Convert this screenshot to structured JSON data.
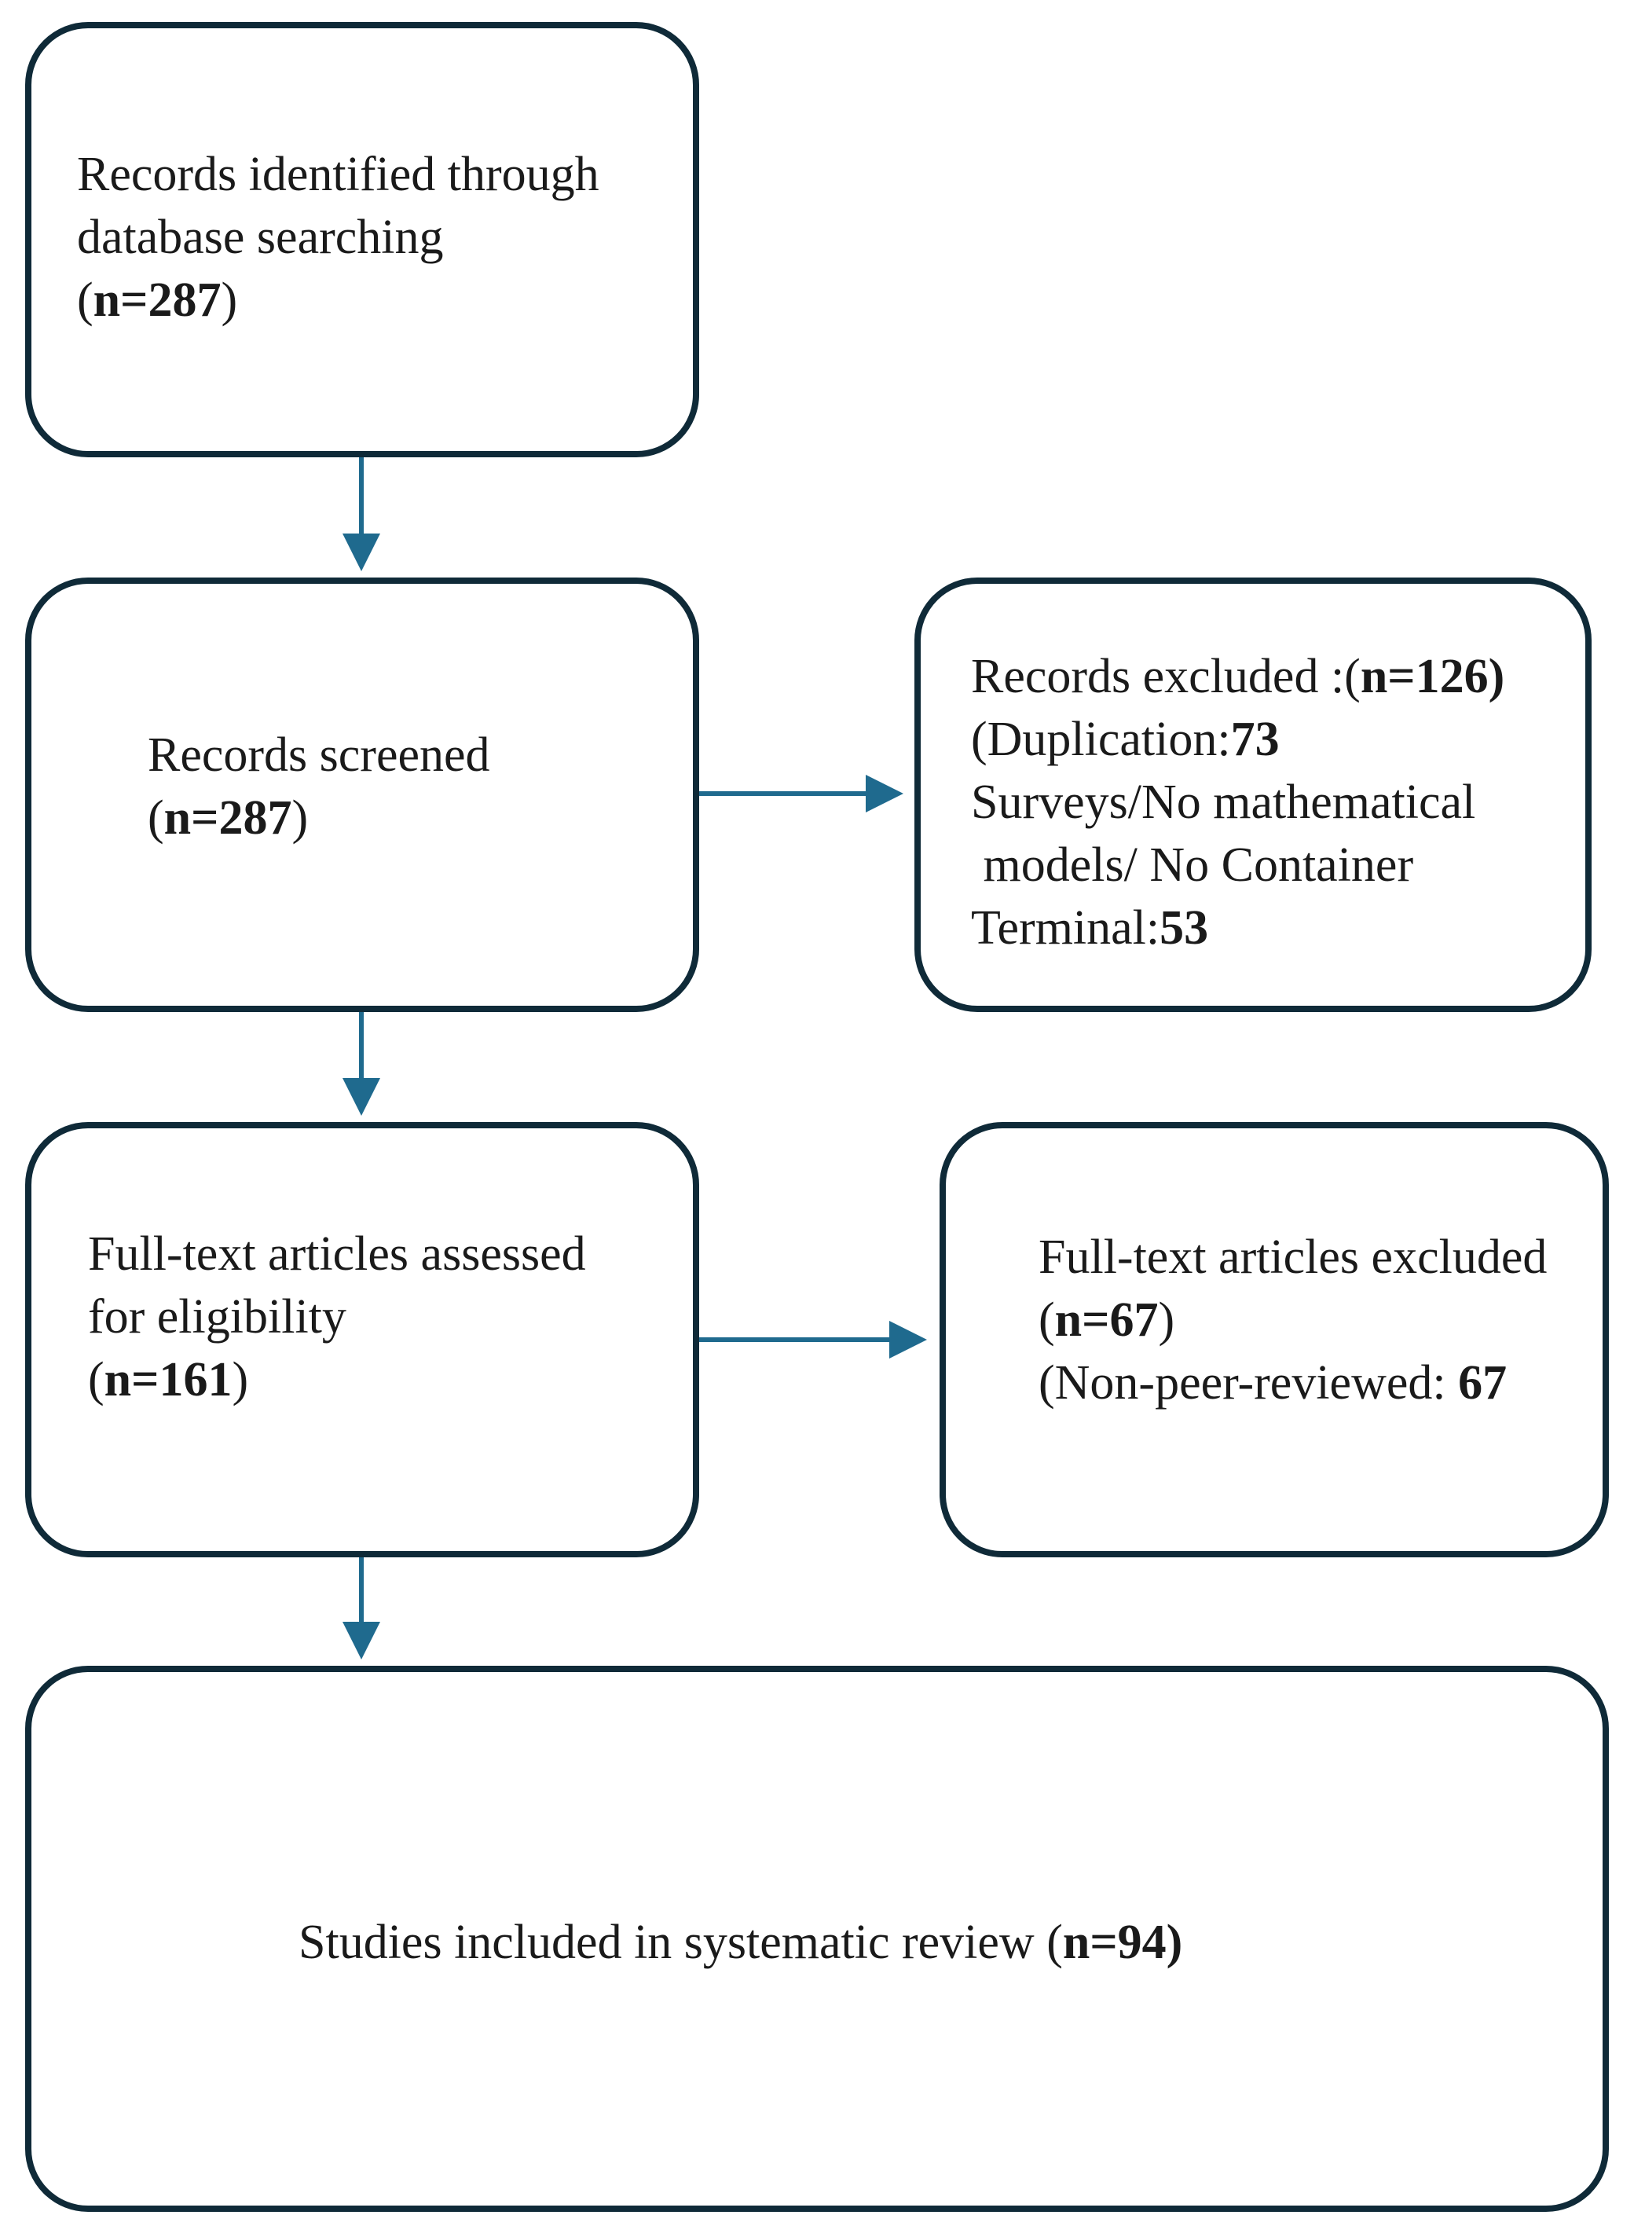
{
  "boxes": {
    "identified": {
      "line1": "Records identified through",
      "line2": "database searching",
      "n_open": "(",
      "n": "n=287",
      "n_close": ")"
    },
    "screened": {
      "line1": "Records screened",
      "n_open": "(",
      "n": "n=287",
      "n_close": ")"
    },
    "excluded_records": {
      "line1_prefix": "Records excluded :(",
      "line1_n": "n=126",
      "line1_suffix": ")",
      "line2_prefix": "(Duplication:",
      "line2_n": "73",
      "line3": "Surveys/No mathematical",
      "line4": " models/ No Container",
      "line5_prefix": "Terminal:",
      "line5_n": "53"
    },
    "assessed": {
      "line1": "Full-text articles assessed",
      "line2": "for eligibility",
      "n_open": "(",
      "n": "n=161",
      "n_close": ")"
    },
    "excluded_fulltext": {
      "line1": "Full-text articles excluded",
      "n_open": "(",
      "n": "n=67",
      "n_close": ")",
      "line3_prefix": "(Non-peer-reviewed: ",
      "line3_n": "67"
    },
    "included": {
      "prefix": "Studies included in systematic review (",
      "n": "n=94",
      "suffix": ")"
    }
  },
  "colors": {
    "box_border": "#0f2a38",
    "arrow": "#1f6a8e"
  }
}
